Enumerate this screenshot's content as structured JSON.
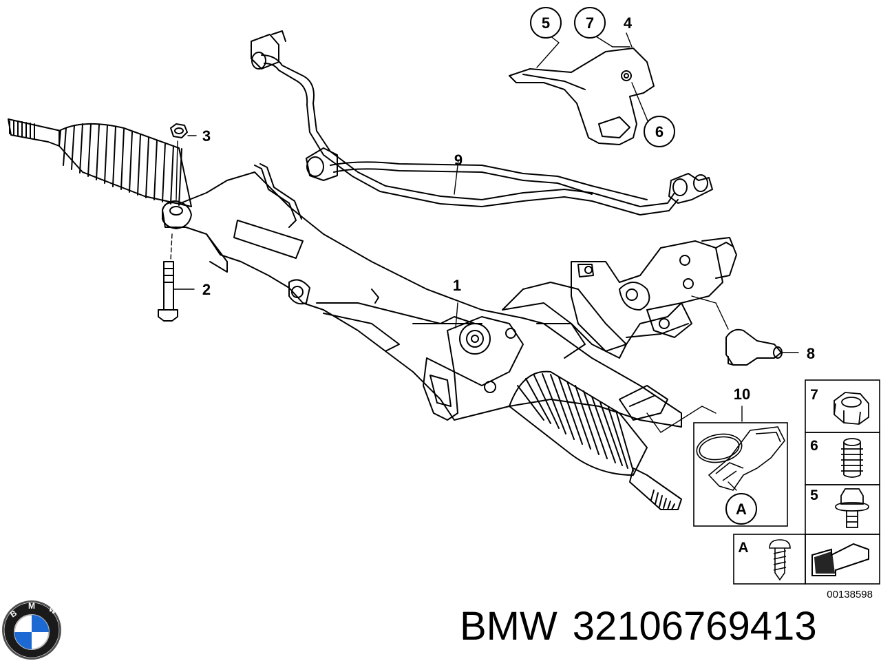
{
  "diagram": {
    "callouts": {
      "c1": "1",
      "c2": "2",
      "c3": "3",
      "c4": "4",
      "c5": "5",
      "c6": "6",
      "c7": "7",
      "c8": "8",
      "c9": "9",
      "c10": "10",
      "cA": "A"
    },
    "legend": {
      "row7": "7",
      "row6": "6",
      "row5": "5",
      "rowA": "A"
    },
    "reference_number": "00138598"
  },
  "footer": {
    "brand": "BMW",
    "part_number": "32106769413"
  },
  "colors": {
    "line": "#000000",
    "background": "#ffffff",
    "logo_blue": "#1c69d4"
  },
  "icons": [
    "bmw-logo-icon",
    "direction-arrow-icon"
  ]
}
